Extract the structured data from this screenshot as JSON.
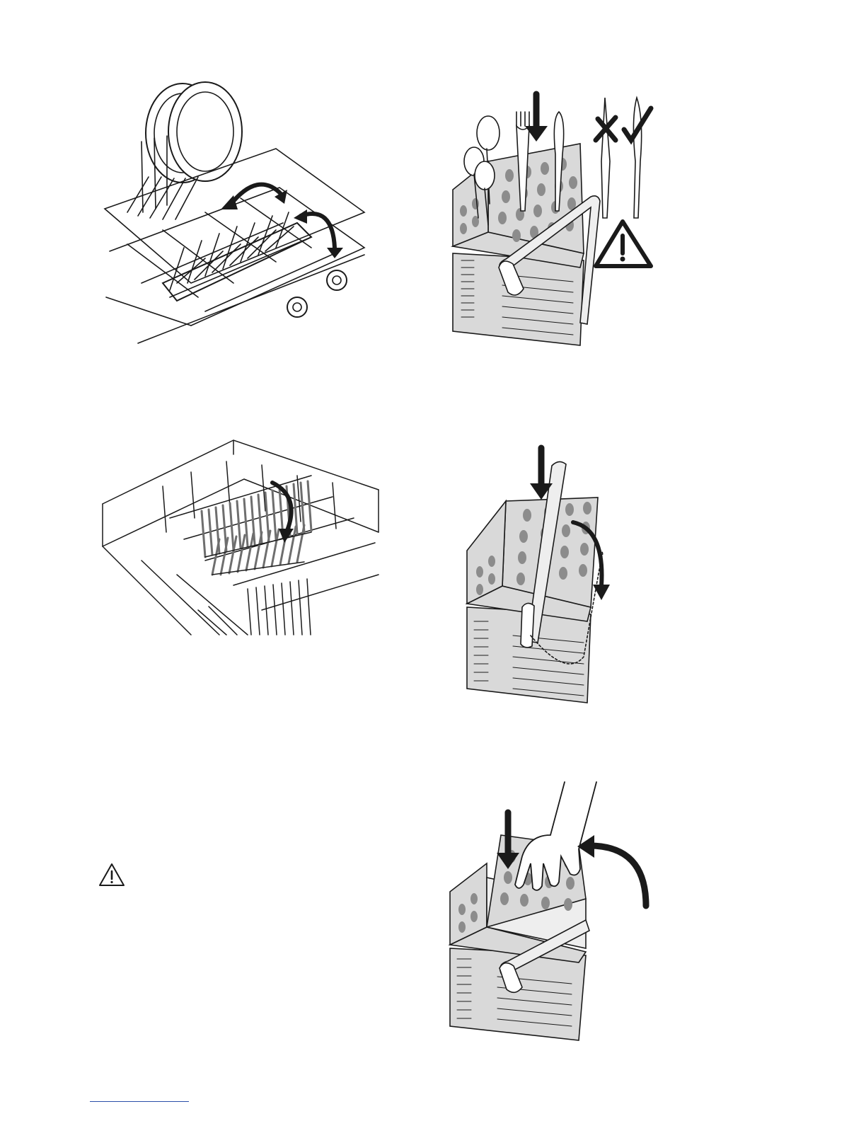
{
  "figures": [
    {
      "id": "plate-rack",
      "icon": "plate-rack-illustration"
    },
    {
      "id": "basket-fill",
      "icon": "cutlery-basket-illustration"
    },
    {
      "id": "fold-rack",
      "icon": "fold-rack-illustration"
    },
    {
      "id": "basket-handle",
      "icon": "basket-handle-illustration"
    },
    {
      "id": "basket-lid",
      "icon": "basket-lid-illustration"
    }
  ],
  "icons": {
    "warning": "warning-triangle-icon",
    "cross": "cross-mark-icon",
    "check": "check-mark-icon"
  },
  "colors": {
    "line": "#1a1a1a",
    "basket_fill": "#d9d9d9",
    "hole_fill": "#8c8c8c",
    "rule": "#2a4fa8"
  }
}
